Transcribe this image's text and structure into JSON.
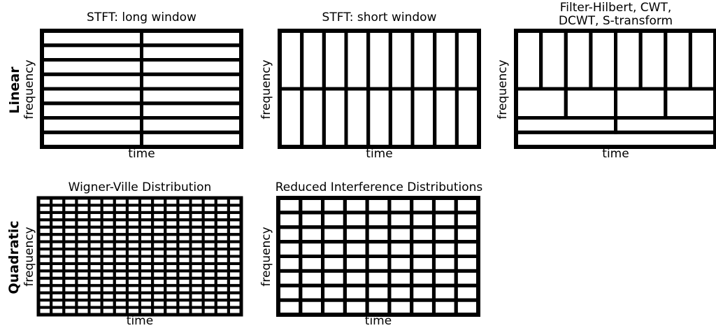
{
  "row_labels": {
    "linear": "Linear",
    "quadratic": "Quadratic"
  },
  "panels": [
    {
      "id": "stft-long",
      "title": "STFT: long window",
      "xlabel": "time",
      "ylabel": "frequency",
      "tiling": {
        "kind": "uniform",
        "columns": 2,
        "rows": 8
      }
    },
    {
      "id": "stft-short",
      "title": "STFT: short window",
      "xlabel": "time",
      "ylabel": "frequency",
      "tiling": {
        "kind": "uniform",
        "columns": 9,
        "rows": 2
      }
    },
    {
      "id": "wavelet",
      "title": "Filter-Hilbert, CWT,\nDCWT, S-transform",
      "xlabel": "time",
      "ylabel": "frequency",
      "tiling": {
        "kind": "dyadic",
        "bands_from_top": [
          8,
          4,
          2,
          1
        ]
      }
    },
    {
      "id": "wvd",
      "title": "Wigner-Ville Distribution",
      "xlabel": "time",
      "ylabel": "frequency",
      "tiling": {
        "kind": "uniform",
        "columns": 16,
        "rows": 16
      }
    },
    {
      "id": "rid",
      "title": "Reduced Interference Distributions",
      "xlabel": "time",
      "ylabel": "frequency",
      "tiling": {
        "kind": "uniform",
        "columns": 9,
        "rows": 8
      }
    }
  ]
}
